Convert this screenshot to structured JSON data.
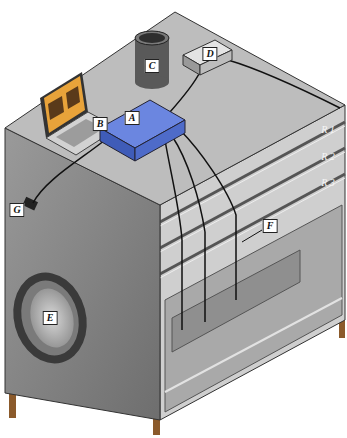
{
  "diagram": {
    "labels": [
      "A",
      "B",
      "C",
      "D",
      "E",
      "F",
      "G",
      "R 1",
      "R 2",
      "R 3"
    ]
  }
}
